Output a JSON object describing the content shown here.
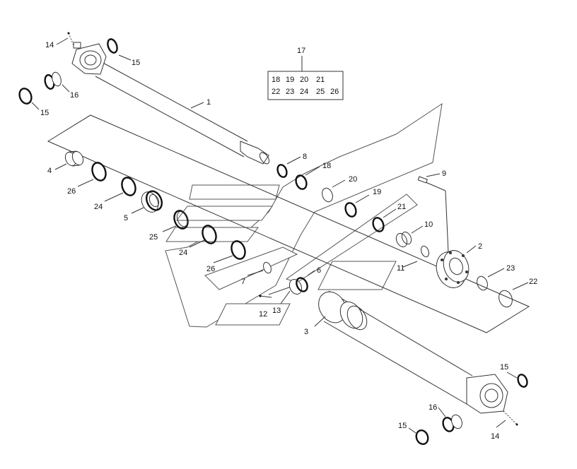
{
  "callouts": {
    "c1": "1",
    "c2": "2",
    "c3": "3",
    "c4": "4",
    "c5": "5",
    "c6": "6",
    "c7": "7",
    "c8": "8",
    "c9": "9",
    "c10": "10",
    "c11": "11",
    "c12": "12",
    "c13": "13",
    "c14": "14",
    "c15": "15",
    "c16": "16",
    "c17": "17",
    "c18": "18",
    "c19": "19",
    "c20": "20",
    "c21": "21",
    "c22": "22",
    "c23": "23",
    "c24": "24",
    "c25": "25",
    "c26": "26"
  },
  "kit_table": {
    "row1": [
      "18",
      "19",
      "20",
      "21"
    ],
    "row2": [
      "22",
      "23",
      "24",
      "25",
      "26"
    ]
  }
}
